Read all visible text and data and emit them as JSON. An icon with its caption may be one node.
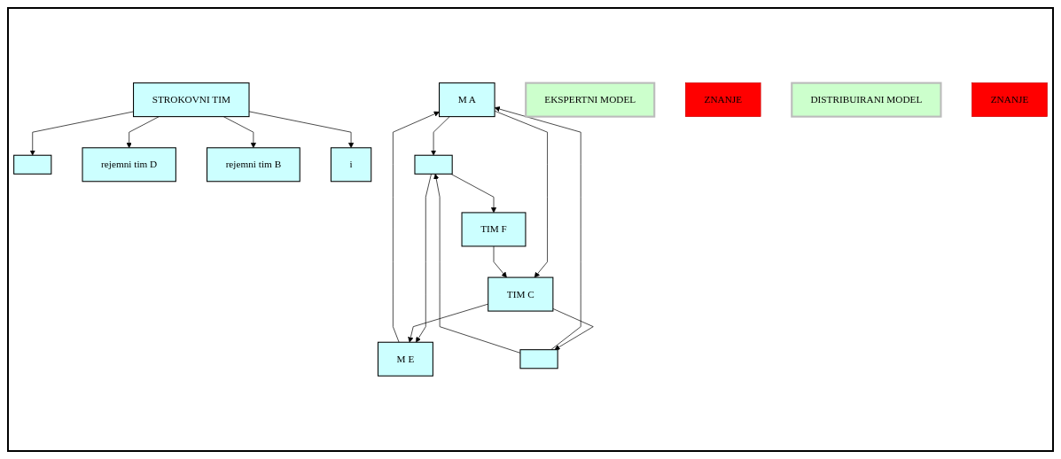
{
  "diagram": {
    "nodes": [
      {
        "text": [
          "EKSPERTNI MODEL"
        ]
      },
      {
        "text": [
          "STROKOVNI TIM"
        ]
      },
      {
        "text": [],
        "shape": "box"
      },
      {
        "text": [
          "ZNANJE"
        ]
      },
      {
        "text": [
          "rejemni tim D"
        ]
      },
      {
        "text": [
          "rejemni tim B"
        ]
      },
      {
        "text": [
          "i"
        ]
      },
      {
        "text": [
          "DISTRIBUIRANI MODEL"
        ]
      },
      {
        "text": [
          "M A"
        ]
      },
      {
        "text": [],
        "shape": "box"
      },
      {
        "text": [
          "TIM F"
        ]
      },
      {
        "text": [
          "ZNANJE"
        ]
      },
      {
        "text": [
          "TIM C"
        ]
      },
      {
        "text": [
          "M E"
        ]
      },
      {
        "text": [],
        "shape": "box"
      }
    ],
    "edges": [
      {
        "from": 1,
        "to": 2,
        "arrow": "to"
      },
      {
        "from": 1,
        "to": 5,
        "arrow": "to"
      },
      {
        "from": 1,
        "to": 6,
        "arrow": "to"
      },
      {
        "from": 1,
        "to": 4,
        "arrow": "to"
      },
      {
        "from": 8,
        "to": 9,
        "arrow": "to"
      },
      {
        "from": 8,
        "to": 12,
        "arrow": "to"
      },
      {
        "from": 13,
        "to": 8,
        "arrow": "to"
      },
      {
        "from": 14,
        "to": 8,
        "arrow": "to"
      },
      {
        "from": 9,
        "to": 10,
        "arrow": "to"
      },
      {
        "from": 9,
        "to": 13,
        "arrow": "to"
      },
      {
        "from": 14,
        "to": 9,
        "arrow": "to"
      },
      {
        "from": 10,
        "to": 12,
        "arrow": "to"
      },
      {
        "from": 12,
        "to": 13,
        "arrow": "to"
      },
      {
        "from": 12,
        "to": 14,
        "arrow": "to"
      }
    ]
  }
}
